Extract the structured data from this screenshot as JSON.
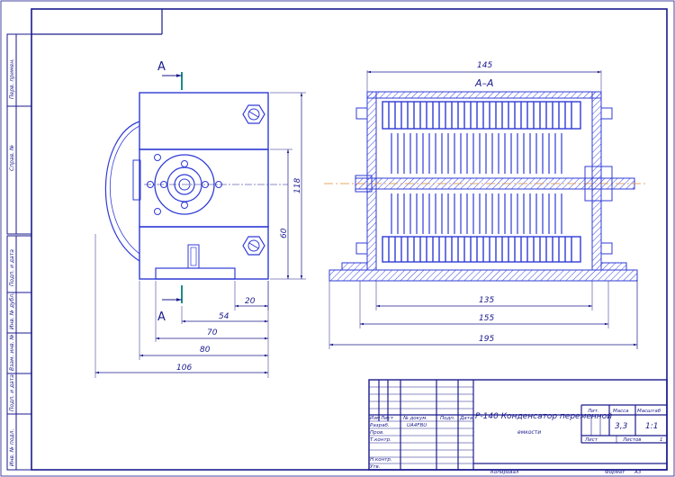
{
  "colors": {
    "line": "#1a1a8c",
    "part": "#2f3bd6",
    "hatch": "#3545e0",
    "axis": "#e08a2c",
    "section_marker": "#1a8c8c"
  },
  "side_stamps": [
    "Перв. примен.",
    "Справ. №",
    "Подп. и дата",
    "Инв. № дубл.",
    "Взам. инв. №",
    "Подп. и дата",
    "Инв. № подл."
  ],
  "front_view": {
    "section_label_top": "А",
    "section_label_bottom": "А",
    "dims": {
      "height_total": "118",
      "height_60": "60",
      "w20": "20",
      "w54": "54",
      "w70": "70",
      "w80": "80",
      "w106": "106"
    }
  },
  "section_view": {
    "title": "А–А",
    "dims": {
      "top": "145",
      "d135": "135",
      "d155": "155",
      "d195": "195"
    }
  },
  "title_block": {
    "headers": [
      "Изм",
      "Лист",
      "№ докум.",
      "Подп.",
      "Дата"
    ],
    "doc_number": "UA4FBU",
    "roles": [
      "Разраб.",
      "Пров.",
      "Т.контр.",
      "Н.контр.",
      "Утв."
    ],
    "designation_line1": "Р-140 Конденсатор переменной",
    "designation_line2": "емкости",
    "col_lit": "Лит.",
    "col_mass": "Масса",
    "col_scale": "Масштаб",
    "mass": "3,3",
    "scale": "1:1",
    "sheet_label": "Лист",
    "sheets_label": "Листов",
    "sheets_count": "1",
    "copied": "Копировал",
    "format_label": "Формат",
    "format": "A3"
  }
}
